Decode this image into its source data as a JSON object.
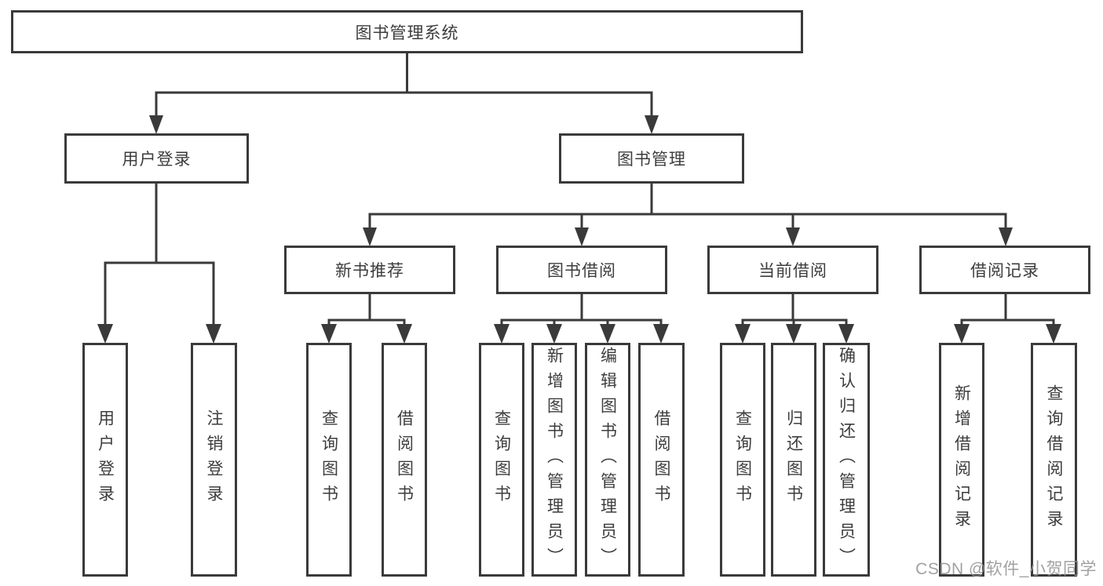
{
  "diagram": {
    "tree": {
      "label": "图书管理系统",
      "children": [
        {
          "label": "用户登录",
          "children": [
            {
              "label": "用户登录"
            },
            {
              "label": "注销登录"
            }
          ]
        },
        {
          "label": "图书管理",
          "children": [
            {
              "label": "新书推荐",
              "children": [
                {
                  "label": "查询图书"
                },
                {
                  "label": "借阅图书"
                }
              ]
            },
            {
              "label": "图书借阅",
              "children": [
                {
                  "label": "查询图书"
                },
                {
                  "label": "新增图书（管理员）"
                },
                {
                  "label": "编辑图书（管理员）"
                },
                {
                  "label": "借阅图书"
                }
              ]
            },
            {
              "label": "当前借阅",
              "children": [
                {
                  "label": "查询图书"
                },
                {
                  "label": "归还图书"
                },
                {
                  "label": "确认归还（管理员）"
                }
              ]
            },
            {
              "label": "借阅记录",
              "children": [
                {
                  "label": "新增借阅记录"
                },
                {
                  "label": "查询借阅记录"
                }
              ]
            }
          ]
        }
      ]
    },
    "watermark": "CSDN @软件_小贺同学",
    "colors": {
      "line": "#3a3a3a",
      "text": "#3d3d3d",
      "watermark": "#949494",
      "background": "#ffffff"
    }
  }
}
